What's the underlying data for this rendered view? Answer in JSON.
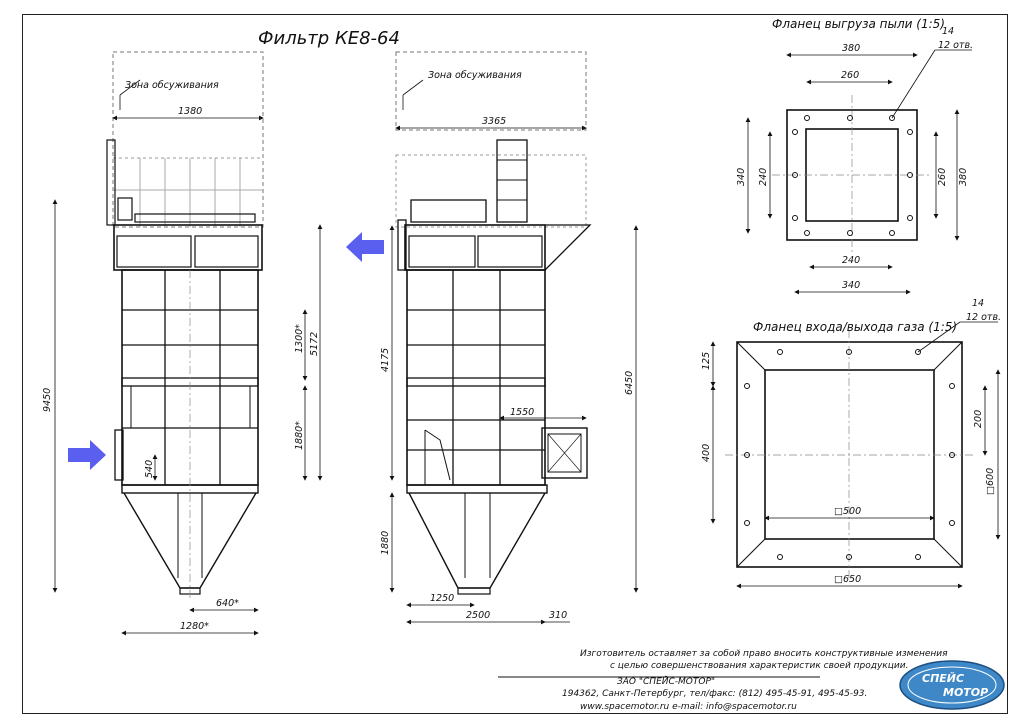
{
  "title": "Фильтр КЕ8-64",
  "service_zone_label": "Зона обсуживания",
  "front_view": {
    "dims": {
      "top_width": "1380",
      "total_height": "9450",
      "upper_section": "5172",
      "upper_mid": "1300*",
      "lower_mid": "1880*",
      "inlet_height": "540",
      "bottom_outlet": "640*",
      "base_width": "1280*"
    }
  },
  "side_view": {
    "dims": {
      "top_width": "3365",
      "mid_height": "4175",
      "right_height": "6450",
      "hopper_height": "1880",
      "outlet_width": "1550",
      "bottom_half": "1250",
      "bottom_full": "2500",
      "bottom_offset": "310"
    }
  },
  "flange_dust": {
    "title": "Фланец выгруза пыли (1:5)",
    "hole_dia": "14",
    "holes": "12 отв.",
    "outer_w": "380",
    "bolt_w": "260",
    "outer_h": "380",
    "bolt_h": "260",
    "left_outer": "340",
    "left_inner": "240",
    "bottom_inner": "240",
    "bottom_outer": "340"
  },
  "flange_gas": {
    "title": "Фланец входа/выхода газа (1:5)",
    "hole_dia": "14",
    "holes": "12 отв.",
    "edge": "125",
    "pitch": "200",
    "bolt_span": "400",
    "inner_size": "□500",
    "side_size": "□600",
    "outer_size": "□650"
  },
  "footer": {
    "disclaimer_1": "Изготовитель оставляет за собой право вносить конструктивные изменения",
    "disclaimer_2": "с целью совершенствования характеристик своей продукции.",
    "company": "ЗАО \"СПЕЙС-МОТОР\"",
    "address": "194362, Санкт-Петербург, тел/факс: (812) 495-45-91, 495-45-93.",
    "web": "www.spacemotor.ru    e-mail: info@spacemotor.ru"
  },
  "logo": {
    "line1": "СПЕЙС",
    "line2": "МОТОР",
    "accent": "#3f88c8"
  },
  "arrow_color": "#5b5ff0"
}
